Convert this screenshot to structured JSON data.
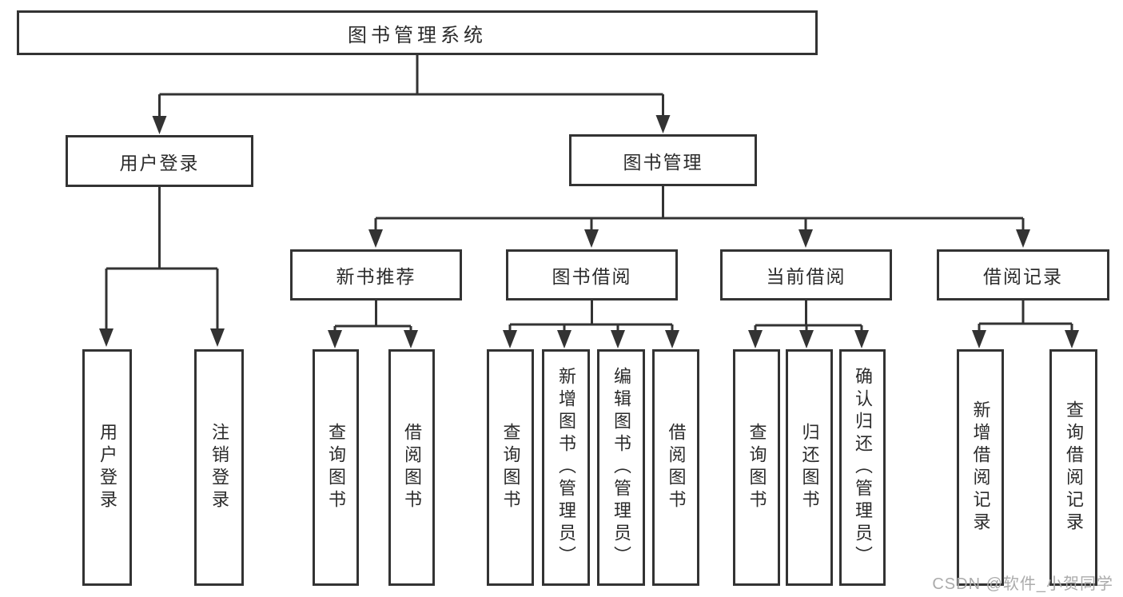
{
  "diagram_type": "hierarchy-tree",
  "tree": {
    "label": "图书管理系统",
    "children": [
      {
        "label": "用户登录",
        "children": [
          {
            "label": "用户登录"
          },
          {
            "label": "注销登录"
          }
        ]
      },
      {
        "label": "图书管理",
        "children": [
          {
            "label": "新书推荐",
            "children": [
              {
                "label": "查询图书"
              },
              {
                "label": "借阅图书"
              }
            ]
          },
          {
            "label": "图书借阅",
            "children": [
              {
                "label": "查询图书"
              },
              {
                "label": "新增图书（管理员）"
              },
              {
                "label": "编辑图书（管理员）"
              },
              {
                "label": "借阅图书"
              }
            ]
          },
          {
            "label": "当前借阅",
            "children": [
              {
                "label": "查询图书"
              },
              {
                "label": "归还图书"
              },
              {
                "label": "确认归还（管理员）"
              }
            ]
          },
          {
            "label": "借阅记录",
            "children": [
              {
                "label": "新增借阅记录"
              },
              {
                "label": "查询借阅记录"
              }
            ]
          }
        ]
      }
    ]
  },
  "watermark": "CSDN @软件_小贺同学",
  "colors": {
    "line": "#333333",
    "box_border": "#333333",
    "background": "#ffffff",
    "text": "#2b2b2b",
    "watermark": "#ababab"
  }
}
